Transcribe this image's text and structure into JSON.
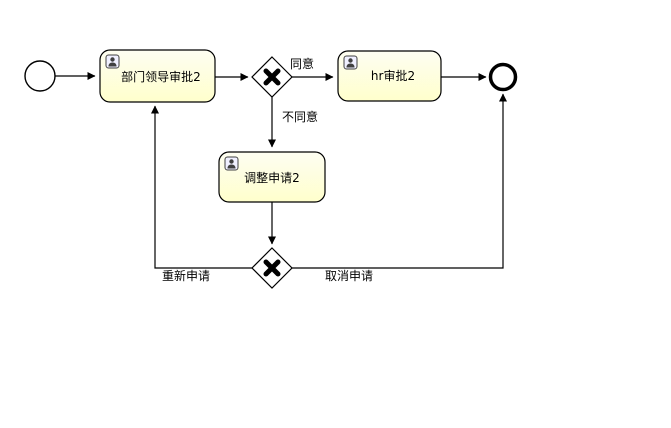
{
  "diagram": {
    "nodes": {
      "task_dept_approval": {
        "label": "部门领导审批2"
      },
      "task_hr_approval": {
        "label": "hr审批2"
      },
      "task_adjust_request": {
        "label": "调整申请2"
      }
    },
    "edge_labels": {
      "agree": "同意",
      "disagree": "不同意",
      "reapply": "重新申请",
      "cancel": "取消申请"
    },
    "colors": {
      "task_fill_top": "#fefef2",
      "task_fill_bottom": "#ffffcc",
      "task_stroke": "#000000",
      "line_stroke": "#000000"
    }
  }
}
